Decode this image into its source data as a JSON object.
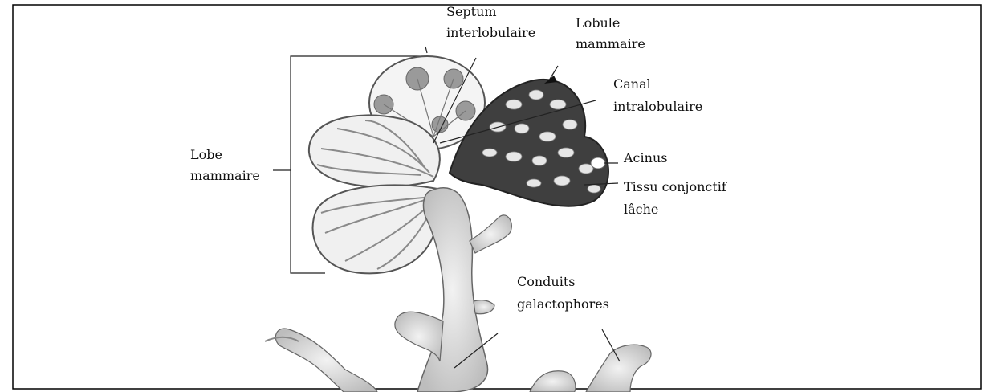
{
  "labels": {
    "septum": [
      "Septum",
      "interlobulaire"
    ],
    "lobule": [
      "Lobule",
      "mammaire"
    ],
    "canal": [
      "Canal",
      "intralobulaire"
    ],
    "lobe": [
      "Lobe",
      "mammaire"
    ],
    "acinus": [
      "Acinus"
    ],
    "tissu": [
      "Tissu conjonctif",
      "lâche"
    ],
    "conduits": [
      "Conduits",
      "galactophores"
    ]
  }
}
